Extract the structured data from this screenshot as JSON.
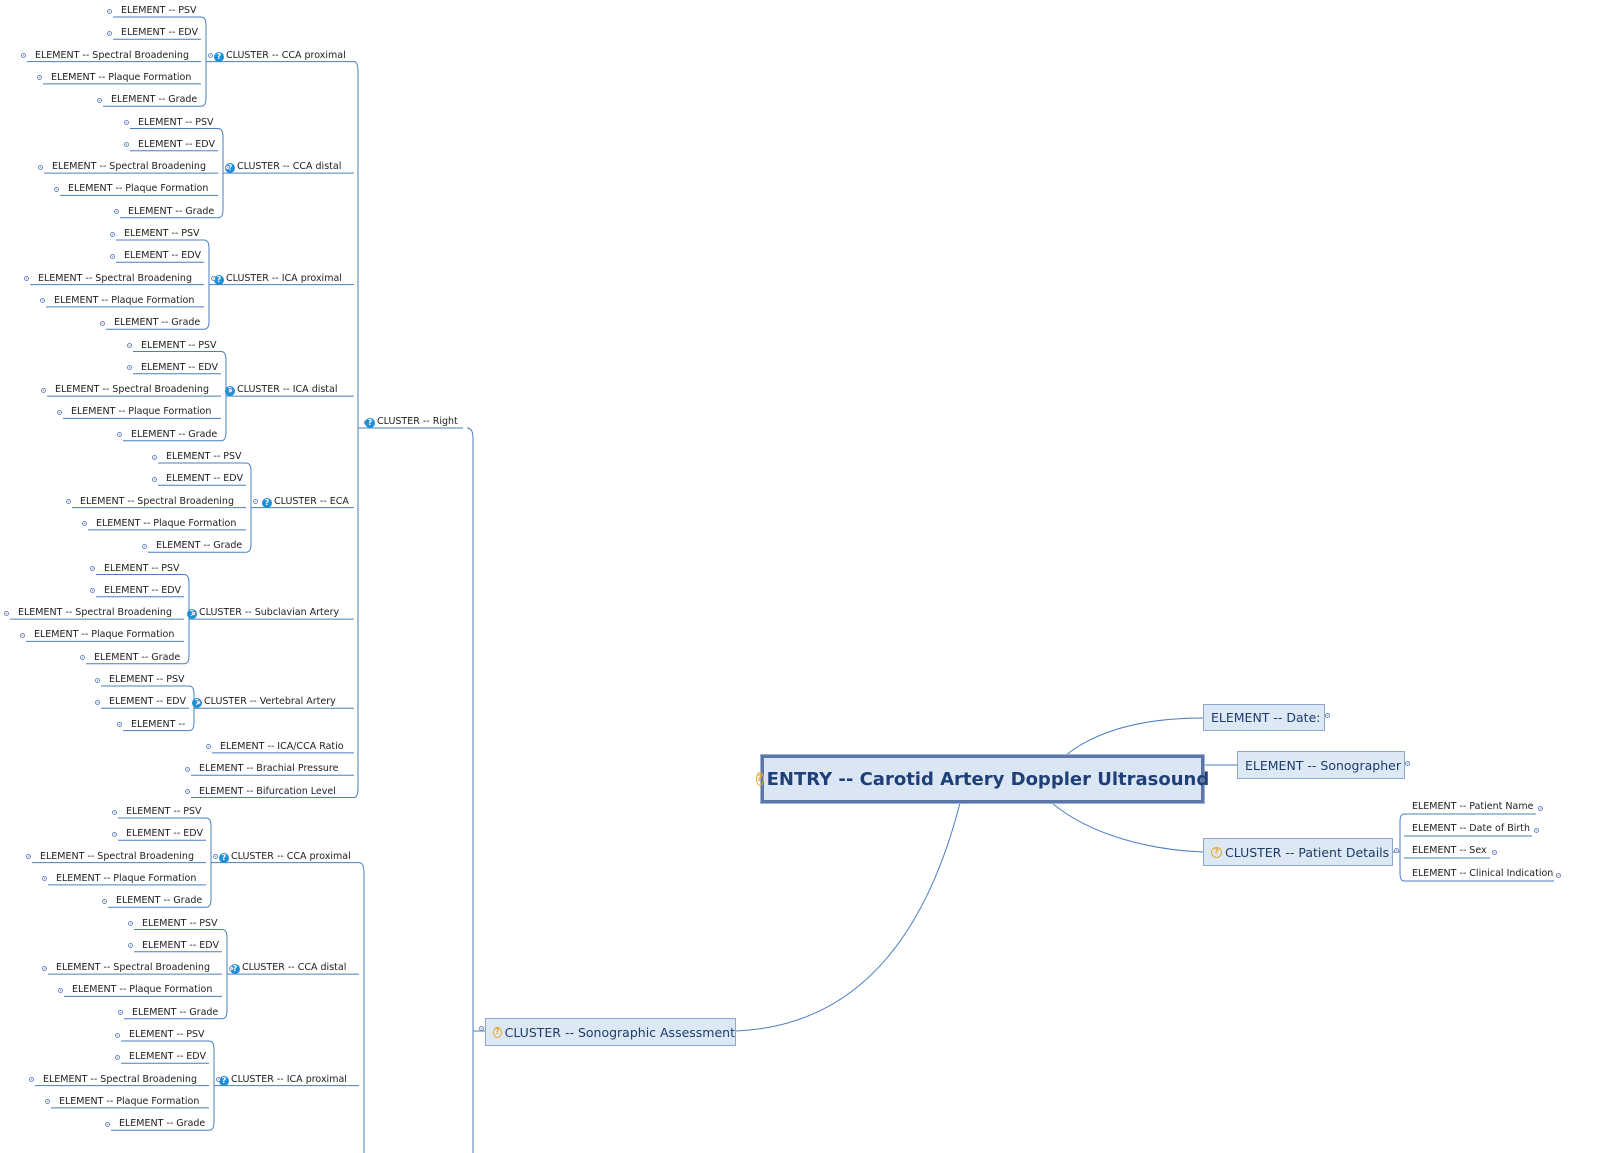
{
  "entry": {
    "label": "ENTRY -- Carotid Artery Doppler Ultrasound",
    "icon": "question-ring-icon"
  },
  "right_items": [
    {
      "label": "ELEMENT -- Date:"
    },
    {
      "label": "ELEMENT -- Sonographer"
    },
    {
      "label": "CLUSTER -- Patient Details",
      "icon": "question-ring-icon",
      "children": [
        "ELEMENT -- Patient Name",
        "ELEMENT -- Date of Birth",
        "ELEMENT -- Sex",
        "ELEMENT -- Clinical Indication"
      ]
    }
  ],
  "assessment": {
    "label": "CLUSTER -- Sonographic Assessment",
    "icon": "question-ring-icon",
    "right_side": {
      "label": "CLUSTER -- Right",
      "clusters": [
        {
          "label": "CLUSTER -- CCA proximal",
          "elements": [
            "ELEMENT -- PSV",
            "ELEMENT -- EDV",
            "ELEMENT -- Spectral Broadening",
            "ELEMENT -- Plaque Formation",
            "ELEMENT -- Grade"
          ]
        },
        {
          "label": "CLUSTER -- CCA distal",
          "elements": [
            "ELEMENT -- PSV",
            "ELEMENT -- EDV",
            "ELEMENT -- Spectral Broadening",
            "ELEMENT -- Plaque Formation",
            "ELEMENT -- Grade"
          ]
        },
        {
          "label": "CLUSTER -- ICA proximal",
          "elements": [
            "ELEMENT -- PSV",
            "ELEMENT -- EDV",
            "ELEMENT -- Spectral Broadening",
            "ELEMENT -- Plaque Formation",
            "ELEMENT -- Grade"
          ]
        },
        {
          "label": "CLUSTER -- ICA distal",
          "elements": [
            "ELEMENT -- PSV",
            "ELEMENT -- EDV",
            "ELEMENT -- Spectral Broadening",
            "ELEMENT -- Plaque Formation",
            "ELEMENT -- Grade"
          ]
        },
        {
          "label": "CLUSTER -- ECA",
          "elements": [
            "ELEMENT -- PSV",
            "ELEMENT -- EDV",
            "ELEMENT -- Spectral Broadening",
            "ELEMENT -- Plaque Formation",
            "ELEMENT -- Grade"
          ]
        },
        {
          "label": "CLUSTER -- Subclavian Artery",
          "elements": [
            "ELEMENT -- PSV",
            "ELEMENT -- EDV",
            "ELEMENT -- Spectral Broadening",
            "ELEMENT -- Plaque Formation",
            "ELEMENT -- Grade"
          ]
        },
        {
          "label": "CLUSTER -- Vertebral Artery",
          "elements": [
            "ELEMENT -- PSV",
            "ELEMENT -- EDV",
            "ELEMENT --"
          ]
        }
      ],
      "elements": [
        "ELEMENT -- ICA/CCA Ratio",
        "ELEMENT -- Brachial Pressure",
        "ELEMENT -- Bifurcation Level"
      ]
    },
    "left_side_partial": {
      "clusters": [
        {
          "label": "CLUSTER -- CCA proximal",
          "elements": [
            "ELEMENT -- PSV",
            "ELEMENT -- EDV",
            "ELEMENT -- Spectral Broadening",
            "ELEMENT -- Plaque Formation",
            "ELEMENT -- Grade"
          ]
        },
        {
          "label": "CLUSTER -- CCA distal",
          "elements": [
            "ELEMENT -- PSV",
            "ELEMENT -- EDV",
            "ELEMENT -- Spectral Broadening",
            "ELEMENT -- Plaque Formation",
            "ELEMENT -- Grade"
          ]
        },
        {
          "label": "CLUSTER -- ICA proximal",
          "elements": [
            "ELEMENT -- PSV",
            "ELEMENT -- EDV",
            "ELEMENT -- Spectral Broadening",
            "ELEMENT -- Plaque Formation",
            "ELEMENT -- Grade"
          ]
        }
      ]
    }
  },
  "colors": {
    "line": "#4a7fc1",
    "box_fill": "#dde8f5",
    "box_border": "#8fa7cf",
    "cluster_icon": "#1e90d8",
    "entry_icon": "#e9a92d"
  }
}
